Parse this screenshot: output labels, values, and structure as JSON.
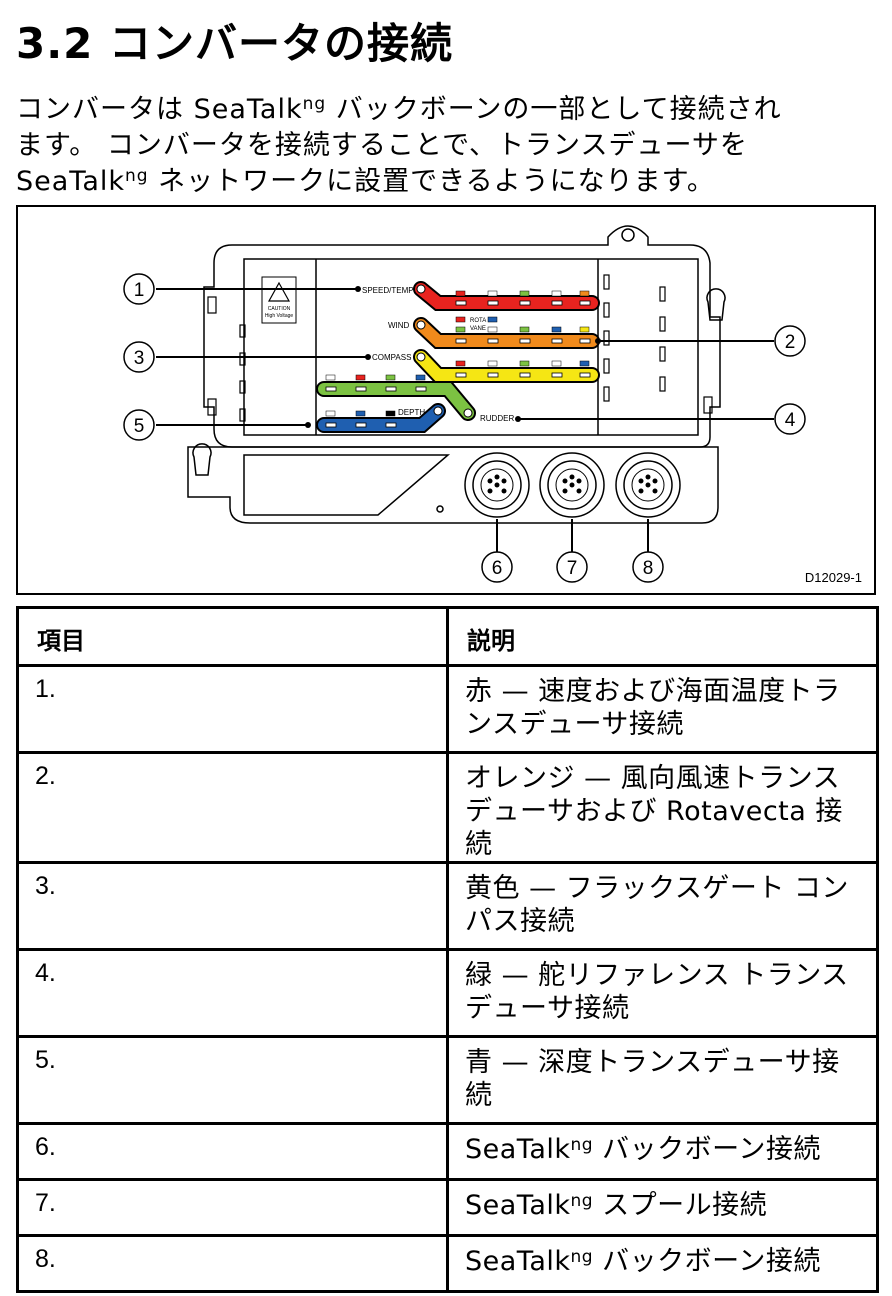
{
  "heading": "3.2 コンバータの接続",
  "intro": {
    "line1_pre": "コンバータは SeaTalk",
    "line1_sup": "ng",
    "line1_post": " バックボーンの一部として接続され",
    "line2": "ます。 コンバータを接続することで、トランスデューサを",
    "line3_pre": "SeaTalk",
    "line3_sup": "ng",
    "line3_post": " ネットワークに設置できるようになります。"
  },
  "figure": {
    "code": "D12029-1",
    "labels": {
      "speed_temp": "SPEED/TEMP",
      "wind": "WIND",
      "rota": "ROTA",
      "vane": "VANE",
      "compass": "COMPASS",
      "depth": "DEPTH",
      "rudder": "RUDDER",
      "caution": "CAUTION",
      "high_voltage": "High Voltage"
    },
    "callouts": [
      "1",
      "2",
      "3",
      "4",
      "5",
      "6",
      "7",
      "8"
    ],
    "colors": {
      "red": "#e8231f",
      "orange": "#f08a1c",
      "yellow": "#f5e614",
      "green": "#7cc242",
      "blue": "#1f5fb0"
    }
  },
  "table": {
    "header_item": "項目",
    "header_desc": "説明",
    "rows": [
      {
        "num": "1.",
        "desc": "赤 — 速度および海面温度トランスデューサ接続"
      },
      {
        "num": "2.",
        "desc": "オレンジ — 風向風速トランスデューサおよび Rotavecta 接続"
      },
      {
        "num": "3.",
        "desc": "黄色 — フラックスゲート コンパス接続"
      },
      {
        "num": "4.",
        "desc": "緑 — 舵リファレンス トランスデューサ接続"
      },
      {
        "num": "5.",
        "desc": "青 — 深度トランスデューサ接続"
      },
      {
        "num": "6.",
        "pre": "SeaTalk",
        "sup": "ng",
        "post": " バックボーン接続"
      },
      {
        "num": "7.",
        "pre": "SeaTalk",
        "sup": "ng",
        "post": " スプール接続"
      },
      {
        "num": "8.",
        "pre": "SeaTalk",
        "sup": "ng",
        "post": " バックボーン接続"
      }
    ]
  }
}
